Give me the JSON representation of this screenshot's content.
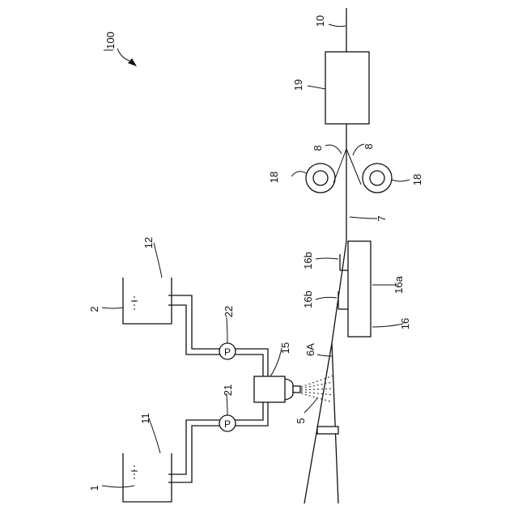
{
  "labels": {
    "system": "100",
    "fiber_out": "10",
    "unit19": "19",
    "strand_a": "8",
    "strand_b": "8",
    "roller_a": "18",
    "roller_b": "18",
    "bundle": "7",
    "guide_a": "16b",
    "guide_b": "16b",
    "plate": "16a",
    "stage": "16",
    "tank2": "2",
    "tank12": "12",
    "pump22": "22",
    "nozzle": "15",
    "fiber6a": "6A",
    "pump21": "21",
    "tank11": "11",
    "spray": "5",
    "tank1": "1"
  },
  "pump_symbol": "P"
}
